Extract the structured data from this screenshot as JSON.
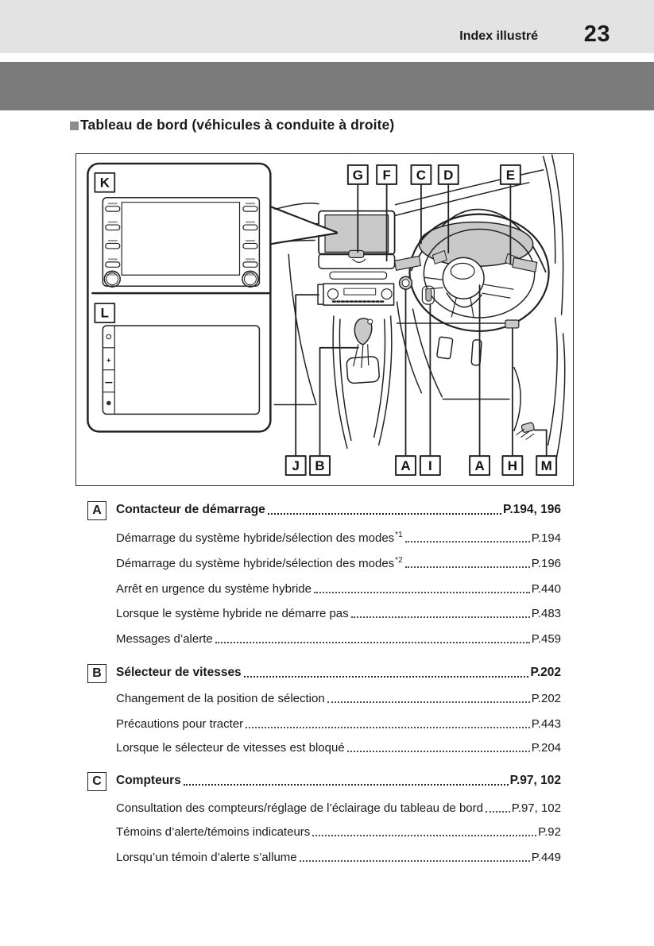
{
  "header": {
    "section_title": "Index illustré",
    "page_number": "23"
  },
  "heading": {
    "text": "Tableau de bord (véhicules à conduite à droite)"
  },
  "diagram": {
    "callouts_top": [
      "G",
      "F",
      "C",
      "D",
      "E"
    ],
    "callouts_bottom": [
      "J",
      "B",
      "A",
      "I",
      "A",
      "H",
      "M"
    ],
    "callouts_panel": [
      "K",
      "L"
    ],
    "panel_glyphs": {
      "plus": "+",
      "minus": "−"
    }
  },
  "index": {
    "sections": [
      {
        "letter": "A",
        "title": "Contacteur de démarrage",
        "page": "P.194, 196",
        "items": [
          {
            "label": "Démarrage du système hybride/sélection des modes",
            "sup": "*1",
            "page": "P.194"
          },
          {
            "label": "Démarrage du système hybride/sélection des modes",
            "sup": "*2",
            "page": "P.196"
          },
          {
            "label": "Arrêt en urgence du système hybride",
            "page": "P.440"
          },
          {
            "label": "Lorsque le système hybride ne démarre pas",
            "page": "P.483"
          },
          {
            "label": "Messages d’alerte",
            "page": "P.459"
          }
        ]
      },
      {
        "letter": "B",
        "title": "Sélecteur de vitesses",
        "page": "P.202",
        "items": [
          {
            "label": "Changement de la position de sélection",
            "page": "P.202"
          },
          {
            "label": "Précautions pour tracter",
            "page": "P.443"
          },
          {
            "label": "Lorsque le sélecteur de vitesses est bloqué",
            "page": "P.204"
          }
        ]
      },
      {
        "letter": "C",
        "title": "Compteurs",
        "page": "P.97, 102",
        "items": [
          {
            "label": "Consultation des compteurs/réglage de l’éclairage du tableau de bord",
            "page": "P.97, 102"
          },
          {
            "label": "Témoins d’alerte/témoins indicateurs",
            "page": "P.92"
          },
          {
            "label": "Lorsqu’un témoin d’alerte s’allume",
            "page": "P.449"
          }
        ]
      }
    ]
  },
  "colors": {
    "band_light": "#e3e3e3",
    "band_dark": "#7b7b7b",
    "heading_square": "#8c8c8c",
    "diagram_gray": "#c9c9c9",
    "text": "#1a1a1a"
  }
}
